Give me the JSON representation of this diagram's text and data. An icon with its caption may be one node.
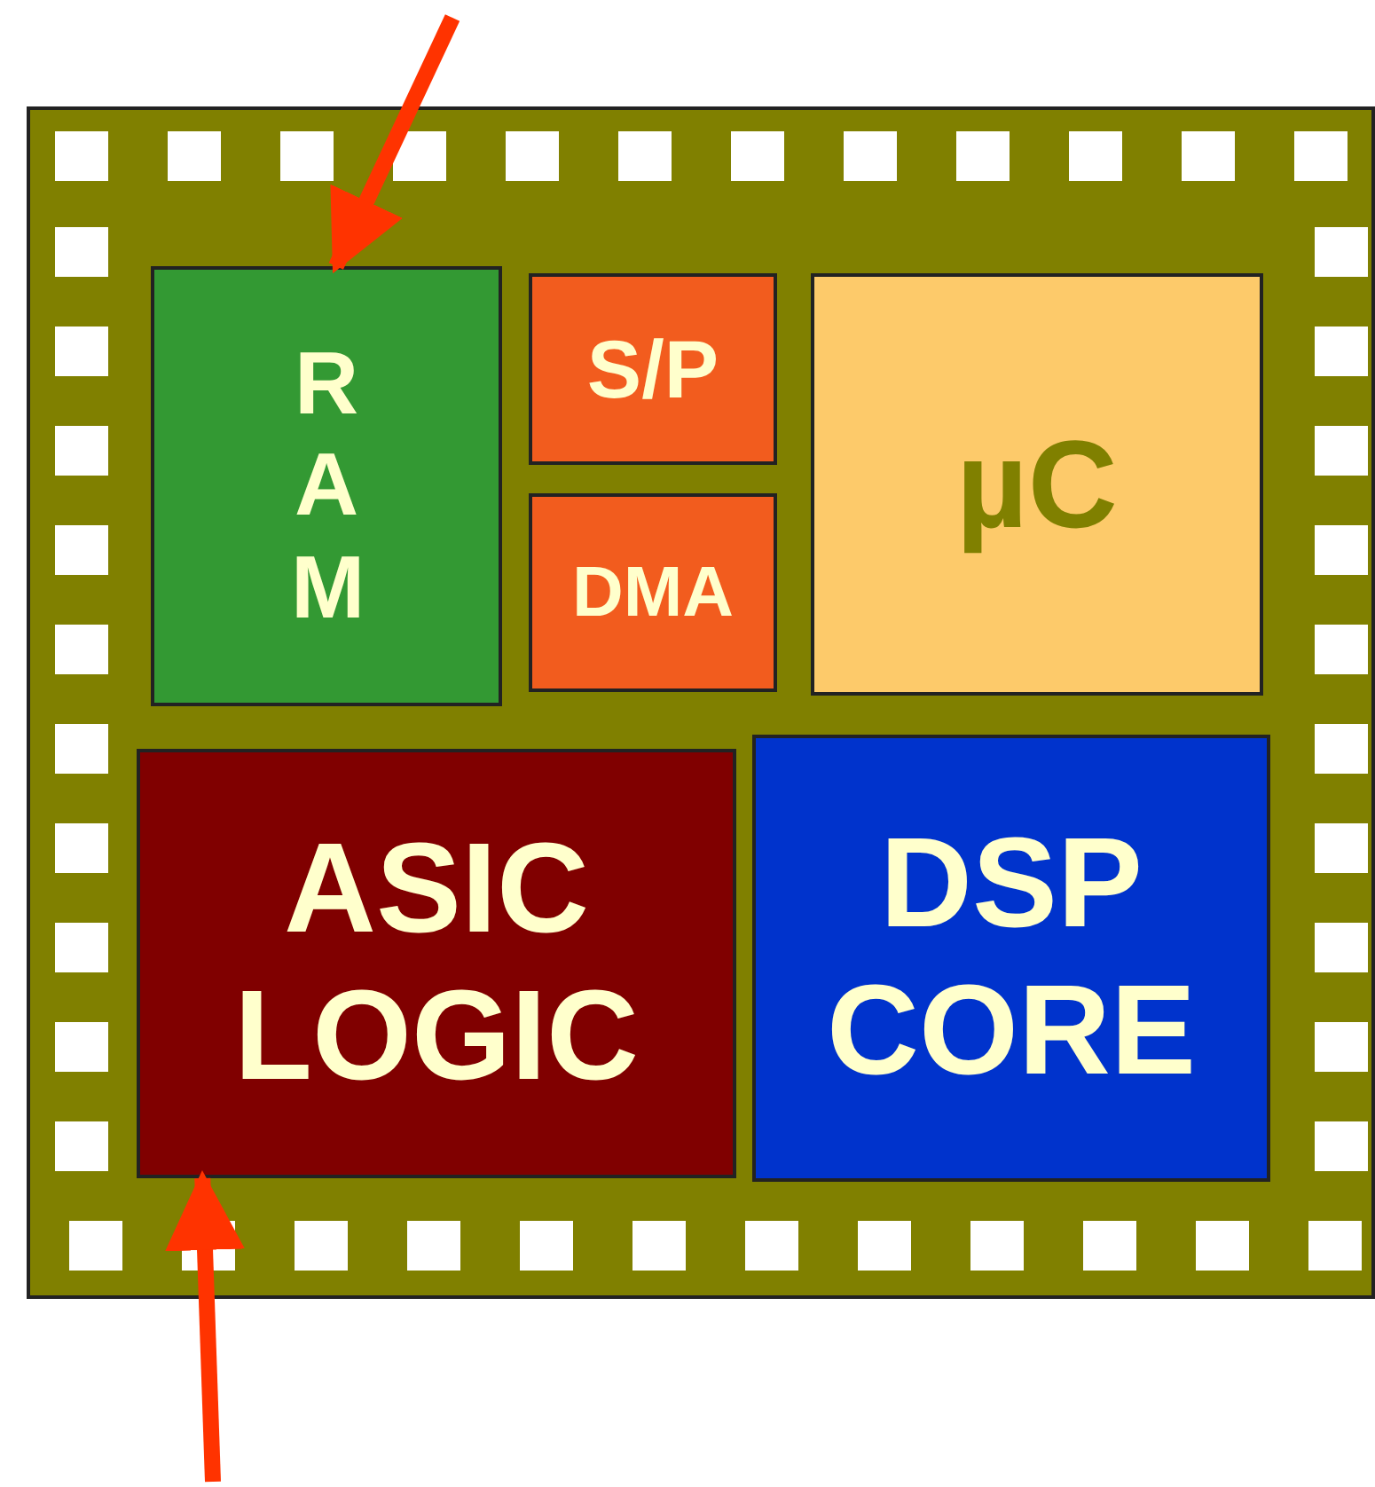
{
  "diagram": {
    "nodes": [
      {
        "text": [],
        "shape": "box"
      },
      {
        "text": [
          "R A M"
        ],
        "in": 0
      },
      {
        "text": [
          "S/P"
        ],
        "in": 0
      },
      {
        "text": [
          "DMA"
        ],
        "in": 0
      },
      {
        "text": [
          "µC"
        ],
        "in": 0
      },
      {
        "text": [
          "ASIC LOGIC"
        ],
        "in": 0
      },
      {
        "text": [
          "DSP CORE"
        ],
        "in": 0
      }
    ],
    "edges": [
      {
        "from": null,
        "to": 1,
        "arrow": "to"
      },
      {
        "from": null,
        "to": 5,
        "arrow": "to"
      }
    ]
  }
}
